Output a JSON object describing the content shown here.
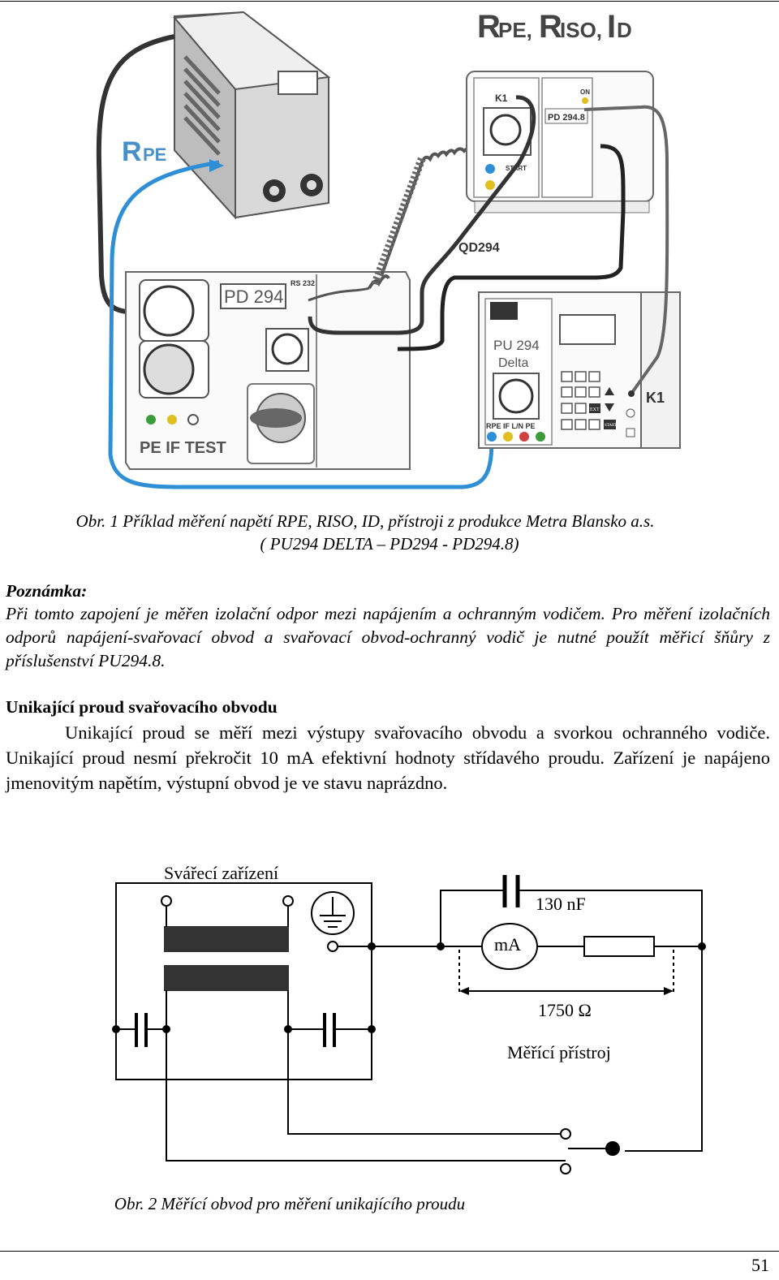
{
  "figure1": {
    "title_labels": [
      "RPE,",
      "RISO,",
      "ID"
    ],
    "rpe_label": "RPE",
    "meter_main": "PD 294",
    "rs232": "RS 232",
    "pe_if_test": "PE IF TEST",
    "meter_small": "PD 294.8",
    "k1_small": "K1",
    "on_label": "ON",
    "start_label": "START",
    "qd_label": "QD294",
    "pu_label_1": "PU 294",
    "pu_label_2": "Delta",
    "pu_terminals": "RPE IF L/N PE",
    "k1_right": "K1",
    "ext_label": "EXT",
    "start_small": "START"
  },
  "caption1_line1": "Obr. 1 Příklad měření napětí RPE, RISO, ID,  přístroji z produkce Metra Blansko a.s.",
  "caption1_line2": "( PU294 DELTA – PD294 - PD294.8)",
  "note_heading": "Poznámka:",
  "note_text": "Při tomto zapojení je měřen izolační odpor mezi napájením a ochranným vodičem. Pro měření izolačních odporů napájení-svařovací obvod a svařovací obvod-ochranný vodič je nutné použít měřicí šňůry z příslušenství PU294.8.",
  "section_heading": "Unikající proud svařovacího obvodu",
  "section_text": "Unikající proud se měří mezi výstupy svařovacího obvodu a svorkou ochranného vodiče. Unikající proud nesmí překročit 10 mA efektivní hodnoty střídavého proudu. Zařízení je napájeno jmenovitým napětím, výstupní obvod je ve stavu naprázdno.",
  "figure2": {
    "welder_label": "Svářecí zařízení",
    "cap_label": "130 nF",
    "meter_symbol": "mA",
    "resistor_label": "1750 Ω",
    "instrument_label": "Měřící přístroj"
  },
  "caption2": "Obr. 2 Měřící obvod pro měření unikajícího proudu",
  "page_number": "51"
}
